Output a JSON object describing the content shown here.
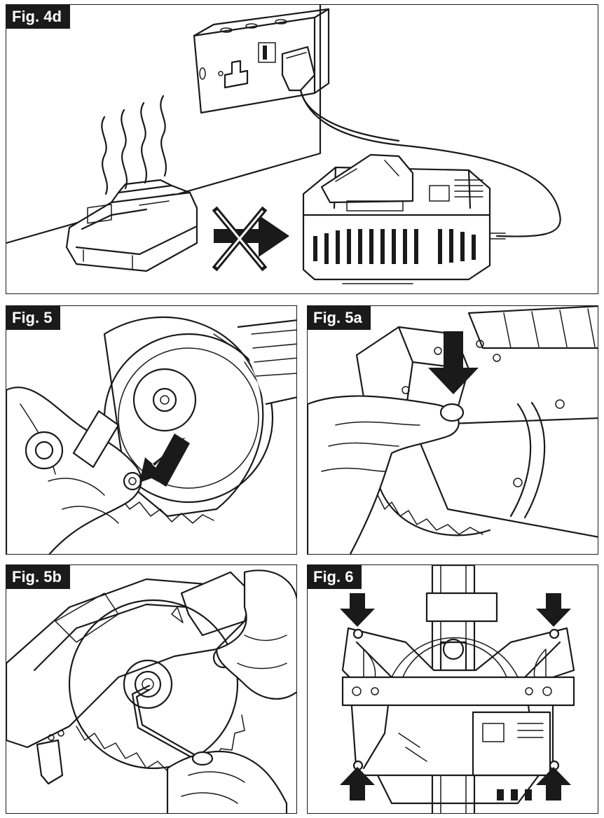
{
  "figures": {
    "fig4d": {
      "label": "Fig. 4d"
    },
    "fig5": {
      "label": "Fig. 5"
    },
    "fig5a": {
      "label": "Fig. 5a"
    },
    "fig5b": {
      "label": "Fig. 5b"
    },
    "fig6": {
      "label": "Fig. 6"
    }
  },
  "icons": {
    "prohibited": "cross-mark-icon",
    "direction": "arrow-icon",
    "heat": "heat-waves-icon"
  },
  "colors": {
    "ink": "#1a1a1a",
    "paper": "#ffffff"
  }
}
